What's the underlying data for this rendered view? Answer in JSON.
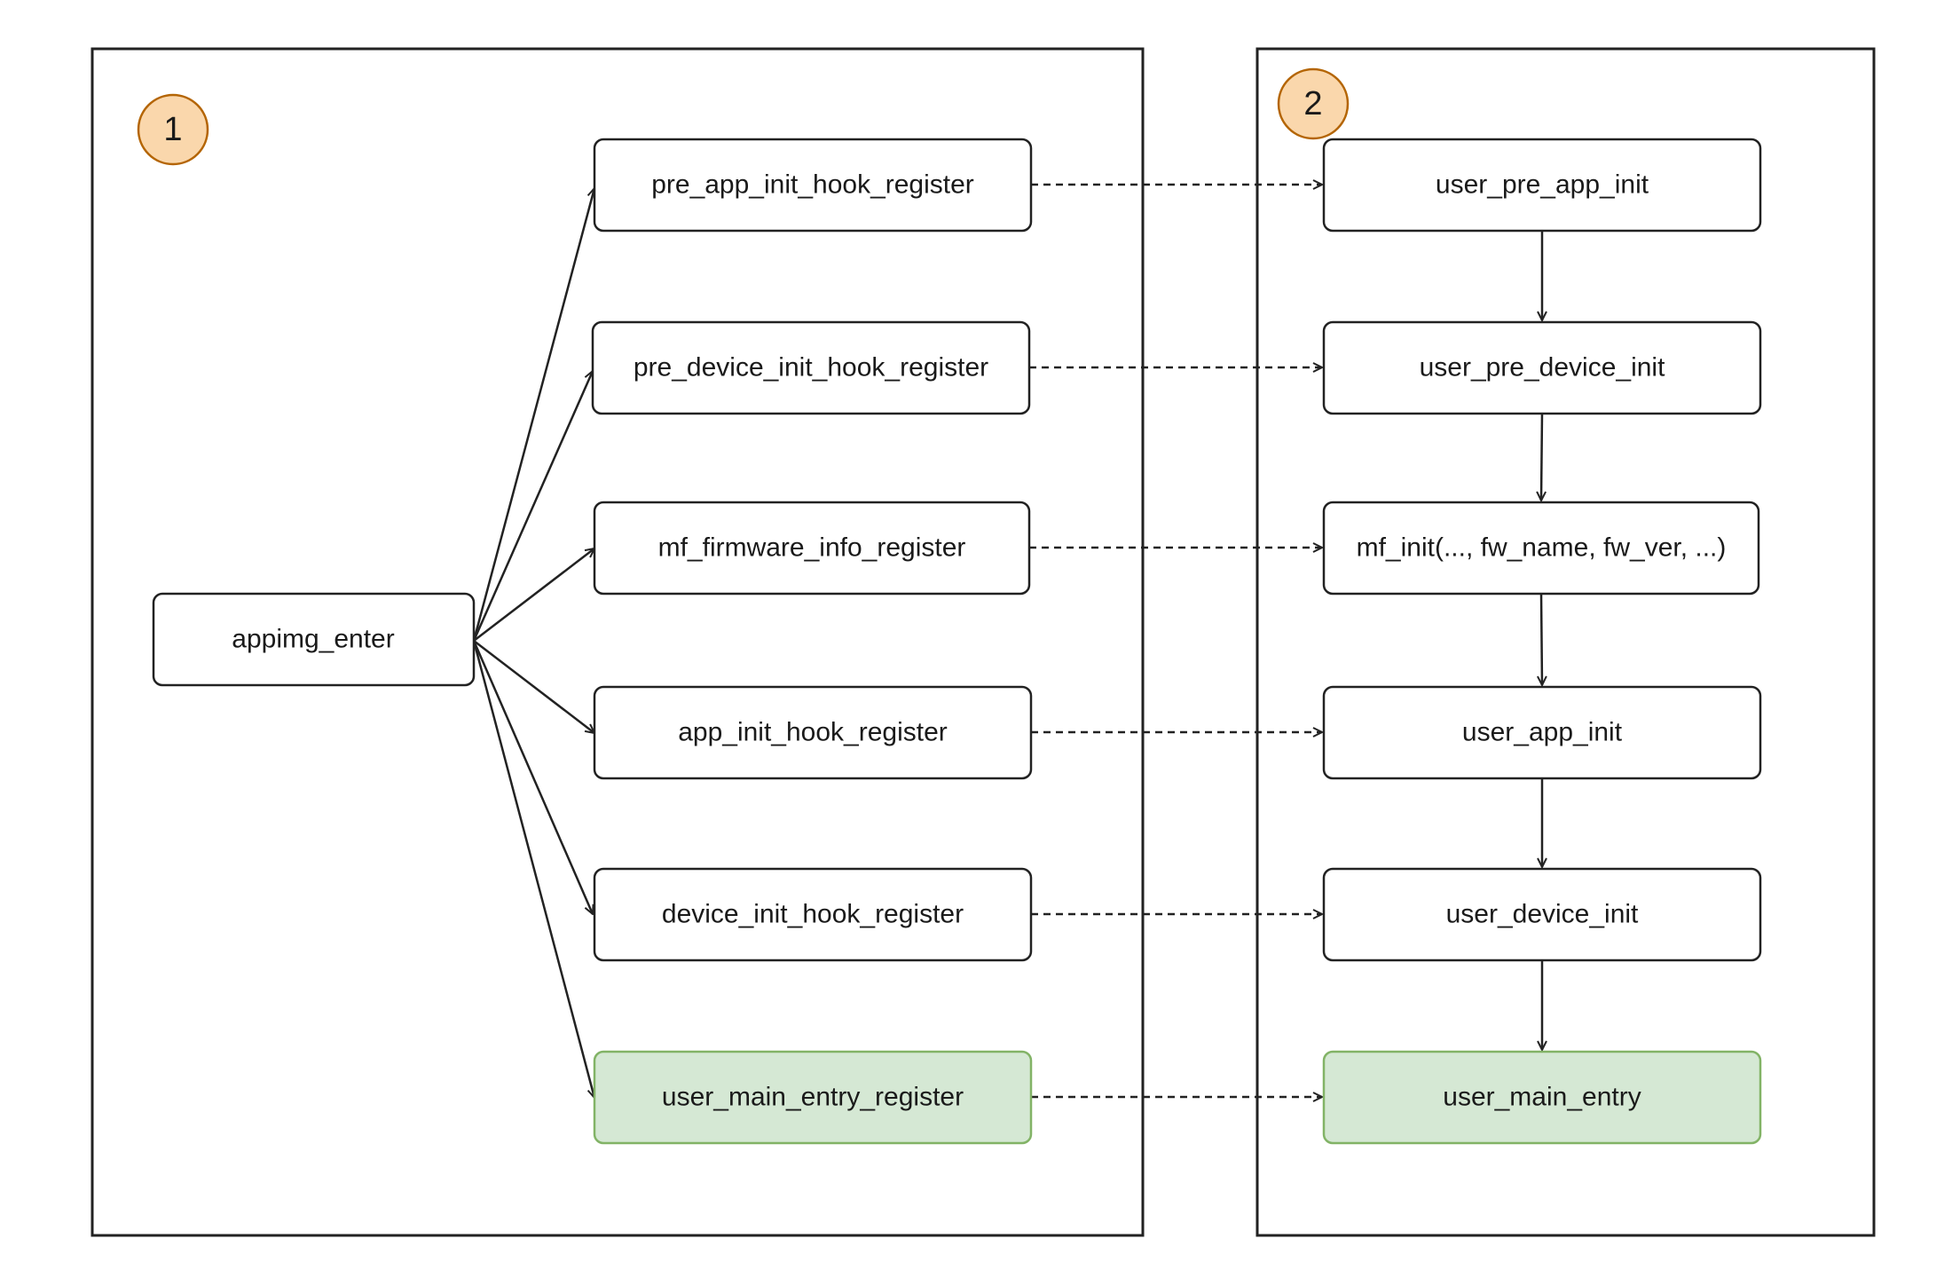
{
  "colors": {
    "stroke": "#222222",
    "node_fill": "#ffffff",
    "highlight_fill": "#d5e8d4",
    "highlight_stroke": "#82b366",
    "badge_fill": "#fad7ac",
    "badge_stroke": "#b46504"
  },
  "panels": {
    "left": {
      "badge": "1"
    },
    "right": {
      "badge": "2"
    }
  },
  "nodes": {
    "appimg_enter": "appimg_enter",
    "pre_app_init_hook_register": "pre_app_init_hook_register",
    "pre_device_init_hook_register": "pre_device_init_hook_register",
    "mf_firmware_info_register": "mf_firmware_info_register",
    "app_init_hook_register": "app_init_hook_register",
    "device_init_hook_register": "device_init_hook_register",
    "user_main_entry_register": "user_main_entry_register",
    "user_pre_app_init": "user_pre_app_init",
    "user_pre_device_init": "user_pre_device_init",
    "mf_init": "mf_init(..., fw_name, fw_ver, ...)",
    "user_app_init": "user_app_init",
    "user_device_init": "user_device_init",
    "user_main_entry": "user_main_entry"
  }
}
